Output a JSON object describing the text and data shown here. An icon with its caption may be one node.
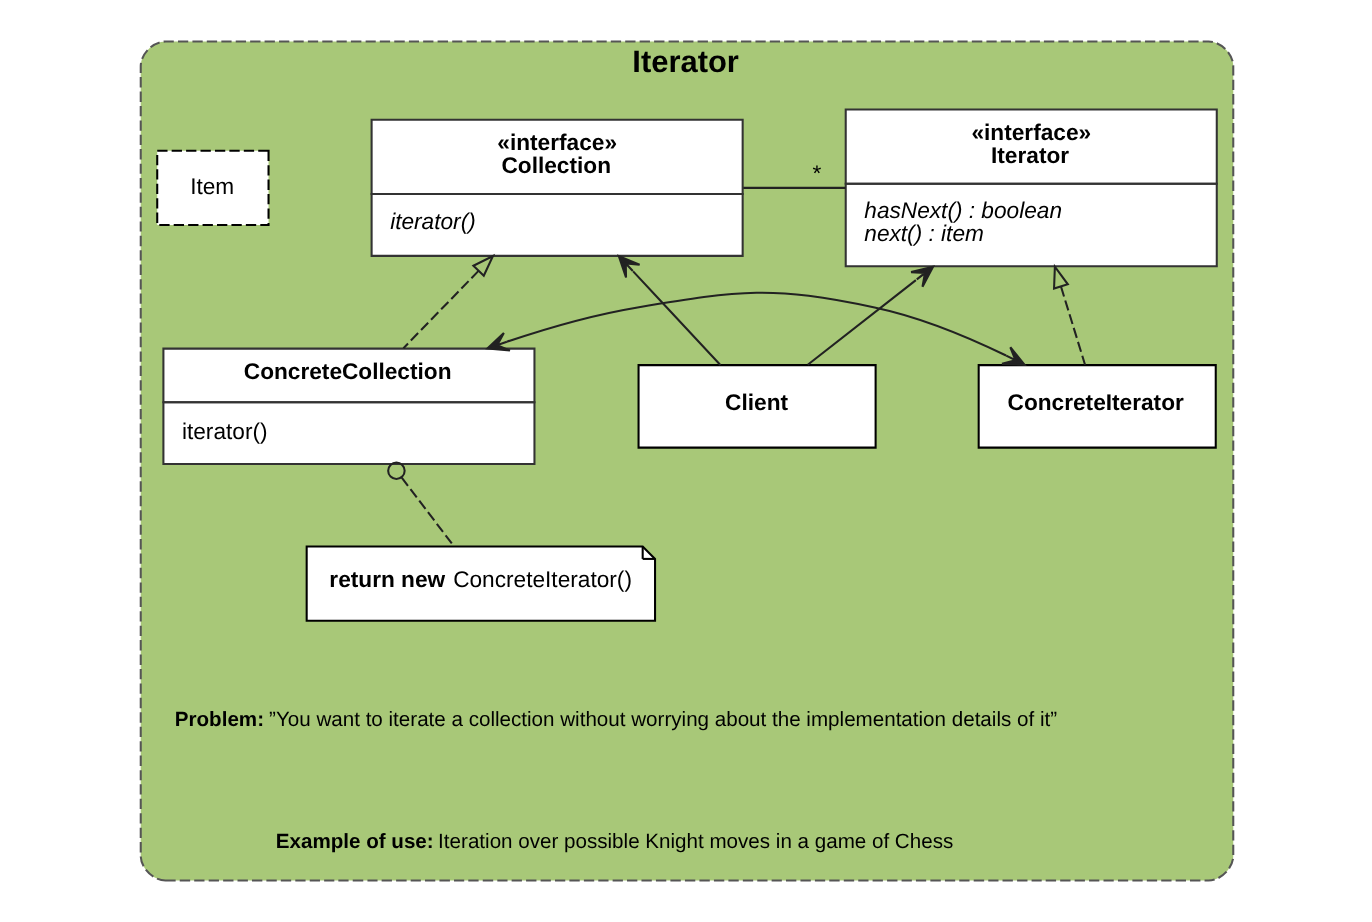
{
  "diagram": {
    "nodes": [
      {
        "text": [
          "Iterator"
        ]
      },
      {
        "text": [
          "«interface»",
          "Collection",
          "iterator()"
        ],
        "in": 0
      },
      {
        "text": [
          "Item"
        ],
        "in": 0
      },
      {
        "text": [
          "«interface»",
          "Iterator",
          "hasNext() : boolean",
          "next() : item"
        ],
        "in": 0
      },
      {
        "text": [
          "Client"
        ],
        "in": 0
      },
      {
        "text": [
          "ConcreteCollection",
          "iterator()"
        ],
        "in": 0
      },
      {
        "text": [
          "ConcreteIterator"
        ],
        "in": 0
      },
      {
        "text": [
          "**return new** ConcreteIterator()"
        ],
        "in": 0
      }
    ],
    "edges": [
      {
        "from": 1,
        "to": 3,
        "arrow": "none",
        "label": "*"
      },
      {
        "from": 4,
        "to": 1,
        "arrow": "to"
      },
      {
        "from": 4,
        "to": 3,
        "arrow": "to"
      },
      {
        "from": 5,
        "to": 1,
        "arrow": "to",
        "style": "dashed"
      },
      {
        "from": 6,
        "to": 3,
        "arrow": "to",
        "style": "dashed"
      },
      {
        "from": 5,
        "to": 6,
        "arrow": "both"
      },
      {
        "from": 7,
        "to": 5,
        "arrow": "other",
        "style": "dashed"
      }
    ],
    "labels": [
      "**Problem:** ”You want to iterate a collection without worrying about the implementation details of it”",
      "**Example of use:** Iteration over possible Knight moves in a game of Chess"
    ]
  }
}
